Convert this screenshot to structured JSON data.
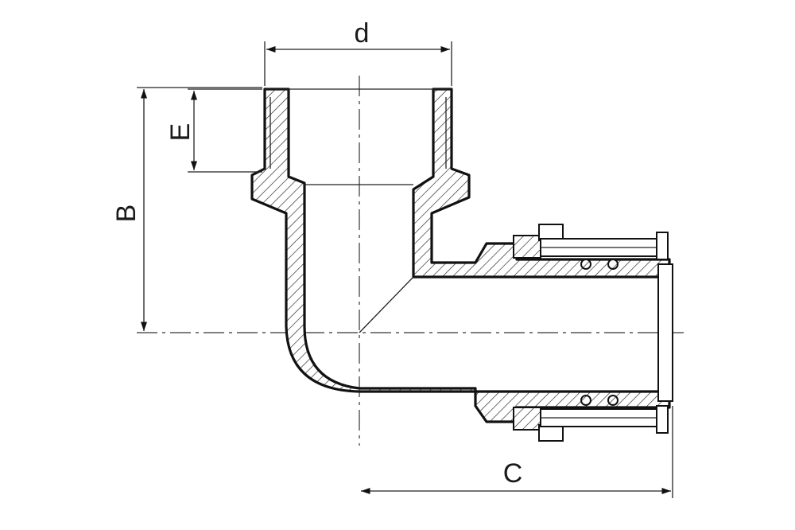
{
  "drawing": {
    "dimensions": {
      "d": "d",
      "E": "E",
      "B": "B",
      "C": "C"
    }
  }
}
